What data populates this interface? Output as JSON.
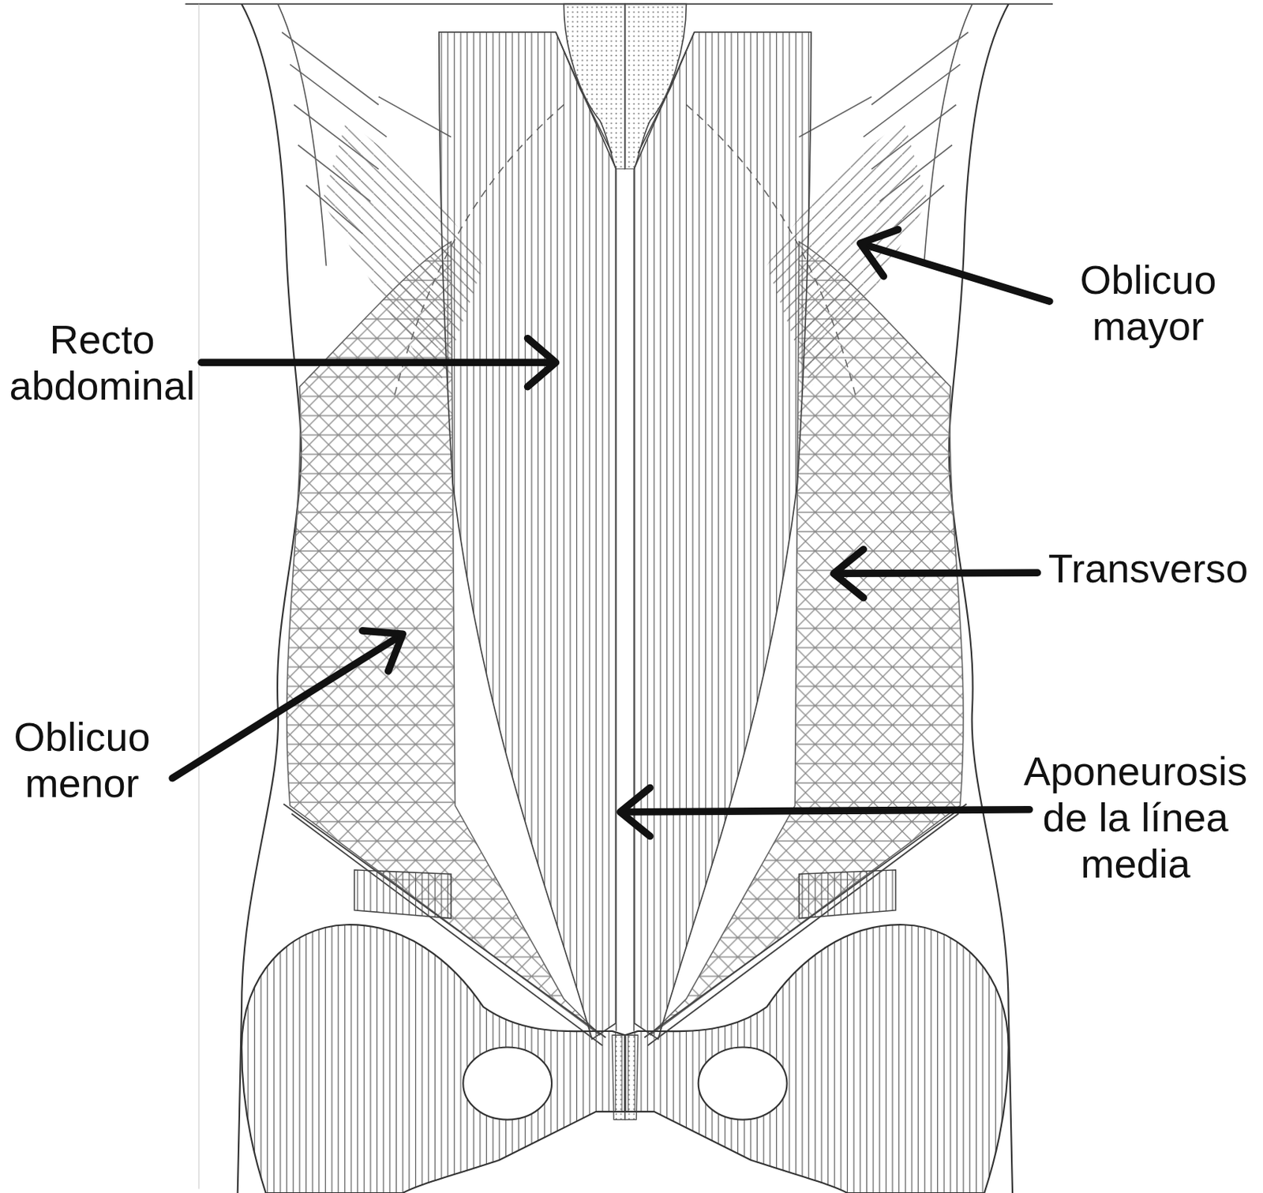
{
  "diagram": {
    "labels": [
      "Oblicuo mayor",
      "Recto abdominal",
      "Transverso",
      "Oblicuo menor",
      "Aponeurosis de la línea media"
    ]
  }
}
